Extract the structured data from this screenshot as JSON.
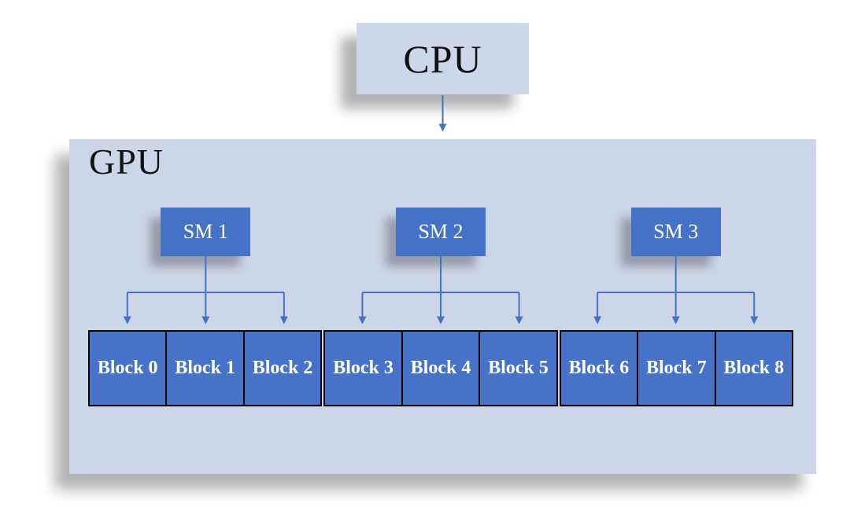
{
  "cpu": {
    "label": "CPU"
  },
  "gpu": {
    "label": "GPU",
    "sm_groups": [
      {
        "sm": "SM 1",
        "blocks": [
          "Block 0",
          "Block 1",
          "Block 2"
        ]
      },
      {
        "sm": "SM 2",
        "blocks": [
          "Block 3",
          "Block 4",
          "Block 5"
        ]
      },
      {
        "sm": "SM 3",
        "blocks": [
          "Block 6",
          "Block 7",
          "Block 8"
        ]
      }
    ]
  },
  "colors": {
    "panel_light_blue": "#cdd6e8",
    "node_blue": "#4472c4",
    "block_blue": "#4673c8",
    "connector_blue": "#4472c4",
    "block_border": "#000000"
  }
}
